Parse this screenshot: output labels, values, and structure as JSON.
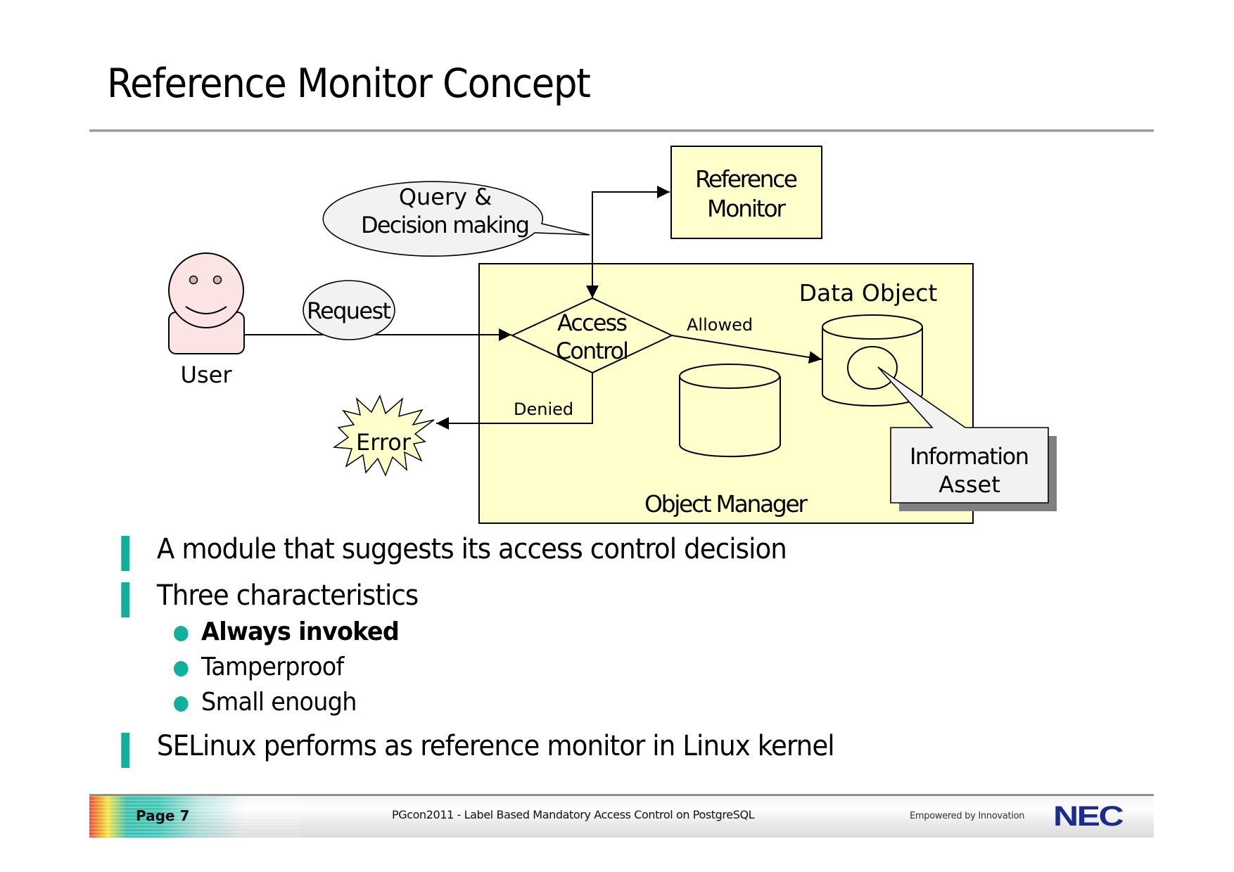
{
  "slide": {
    "title": "Reference Monitor Concept"
  },
  "diagram": {
    "user_label": "User",
    "request_label": "Request",
    "query_bubble": [
      "Query &",
      "Decision making"
    ],
    "reference_monitor": [
      "Reference",
      "Monitor"
    ],
    "access_control": [
      "Access",
      "Control"
    ],
    "allowed_label": "Allowed",
    "denied_label": "Denied",
    "error_label": "Error",
    "data_object_label": "Data Object",
    "object_manager_label": "Object Manager",
    "information_asset": [
      "Information",
      "Asset"
    ],
    "colors": {
      "box_fill": "#ffffcc",
      "user_fill": "#fde4e4",
      "bubble_fill": "#f2f2f2",
      "accent": "#12b09a",
      "shadow": "#808080"
    }
  },
  "bullets": [
    {
      "text": "A module that suggests its access control decision",
      "level": 1
    },
    {
      "text": "Three characteristics",
      "level": 1,
      "children": [
        {
          "text": "Always invoked",
          "bold": true
        },
        {
          "text": "Tamperproof",
          "bold": false
        },
        {
          "text": "Small enough",
          "bold": false
        }
      ]
    },
    {
      "text": "SELinux performs as reference monitor in Linux kernel",
      "level": 1
    }
  ],
  "footer": {
    "page": "Page 7",
    "title": "PGcon2011 - Label Based Mandatory Access Control on PostgreSQL",
    "tagline": "Empowered by Innovation",
    "logo": "NEC"
  }
}
